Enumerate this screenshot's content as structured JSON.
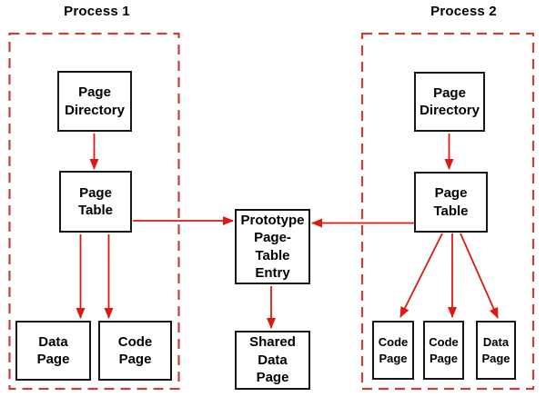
{
  "colors": {
    "arrow": "#dd1a10",
    "dash_border": "#c9403a",
    "box_border": "#161616",
    "text": "#000000",
    "background": "#ffffff"
  },
  "labels": {
    "process1": "Process 1",
    "process2": "Process 2"
  },
  "nodes": {
    "p1_page_directory": {
      "label": "Page\nDirectory"
    },
    "p1_page_table": {
      "label": "Page\nTable"
    },
    "p1_data_page": {
      "label": "Data\nPage"
    },
    "p1_code_page": {
      "label": "Code\nPage"
    },
    "prototype_pte": {
      "label": "Prototype\nPage-\nTable\nEntry"
    },
    "shared_data_page": {
      "label": "Shared\nData\nPage"
    },
    "p2_page_directory": {
      "label": "Page\nDirectory"
    },
    "p2_page_table": {
      "label": "Page\nTable"
    },
    "p2_code_page_1": {
      "label": "Code\nPage"
    },
    "p2_code_page_2": {
      "label": "Code\nPage"
    },
    "p2_data_page": {
      "label": "Data\nPage"
    }
  },
  "connections": [
    {
      "from": "p1_page_directory",
      "to": "p1_page_table"
    },
    {
      "from": "p1_page_table",
      "to": "p1_data_page"
    },
    {
      "from": "p1_page_table",
      "to": "p1_code_page"
    },
    {
      "from": "p1_page_table",
      "to": "prototype_pte"
    },
    {
      "from": "p2_page_table",
      "to": "prototype_pte"
    },
    {
      "from": "prototype_pte",
      "to": "shared_data_page"
    },
    {
      "from": "p2_page_directory",
      "to": "p2_page_table"
    },
    {
      "from": "p2_page_table",
      "to": "p2_code_page_1"
    },
    {
      "from": "p2_page_table",
      "to": "p2_code_page_2"
    },
    {
      "from": "p2_page_table",
      "to": "p2_data_page"
    }
  ]
}
